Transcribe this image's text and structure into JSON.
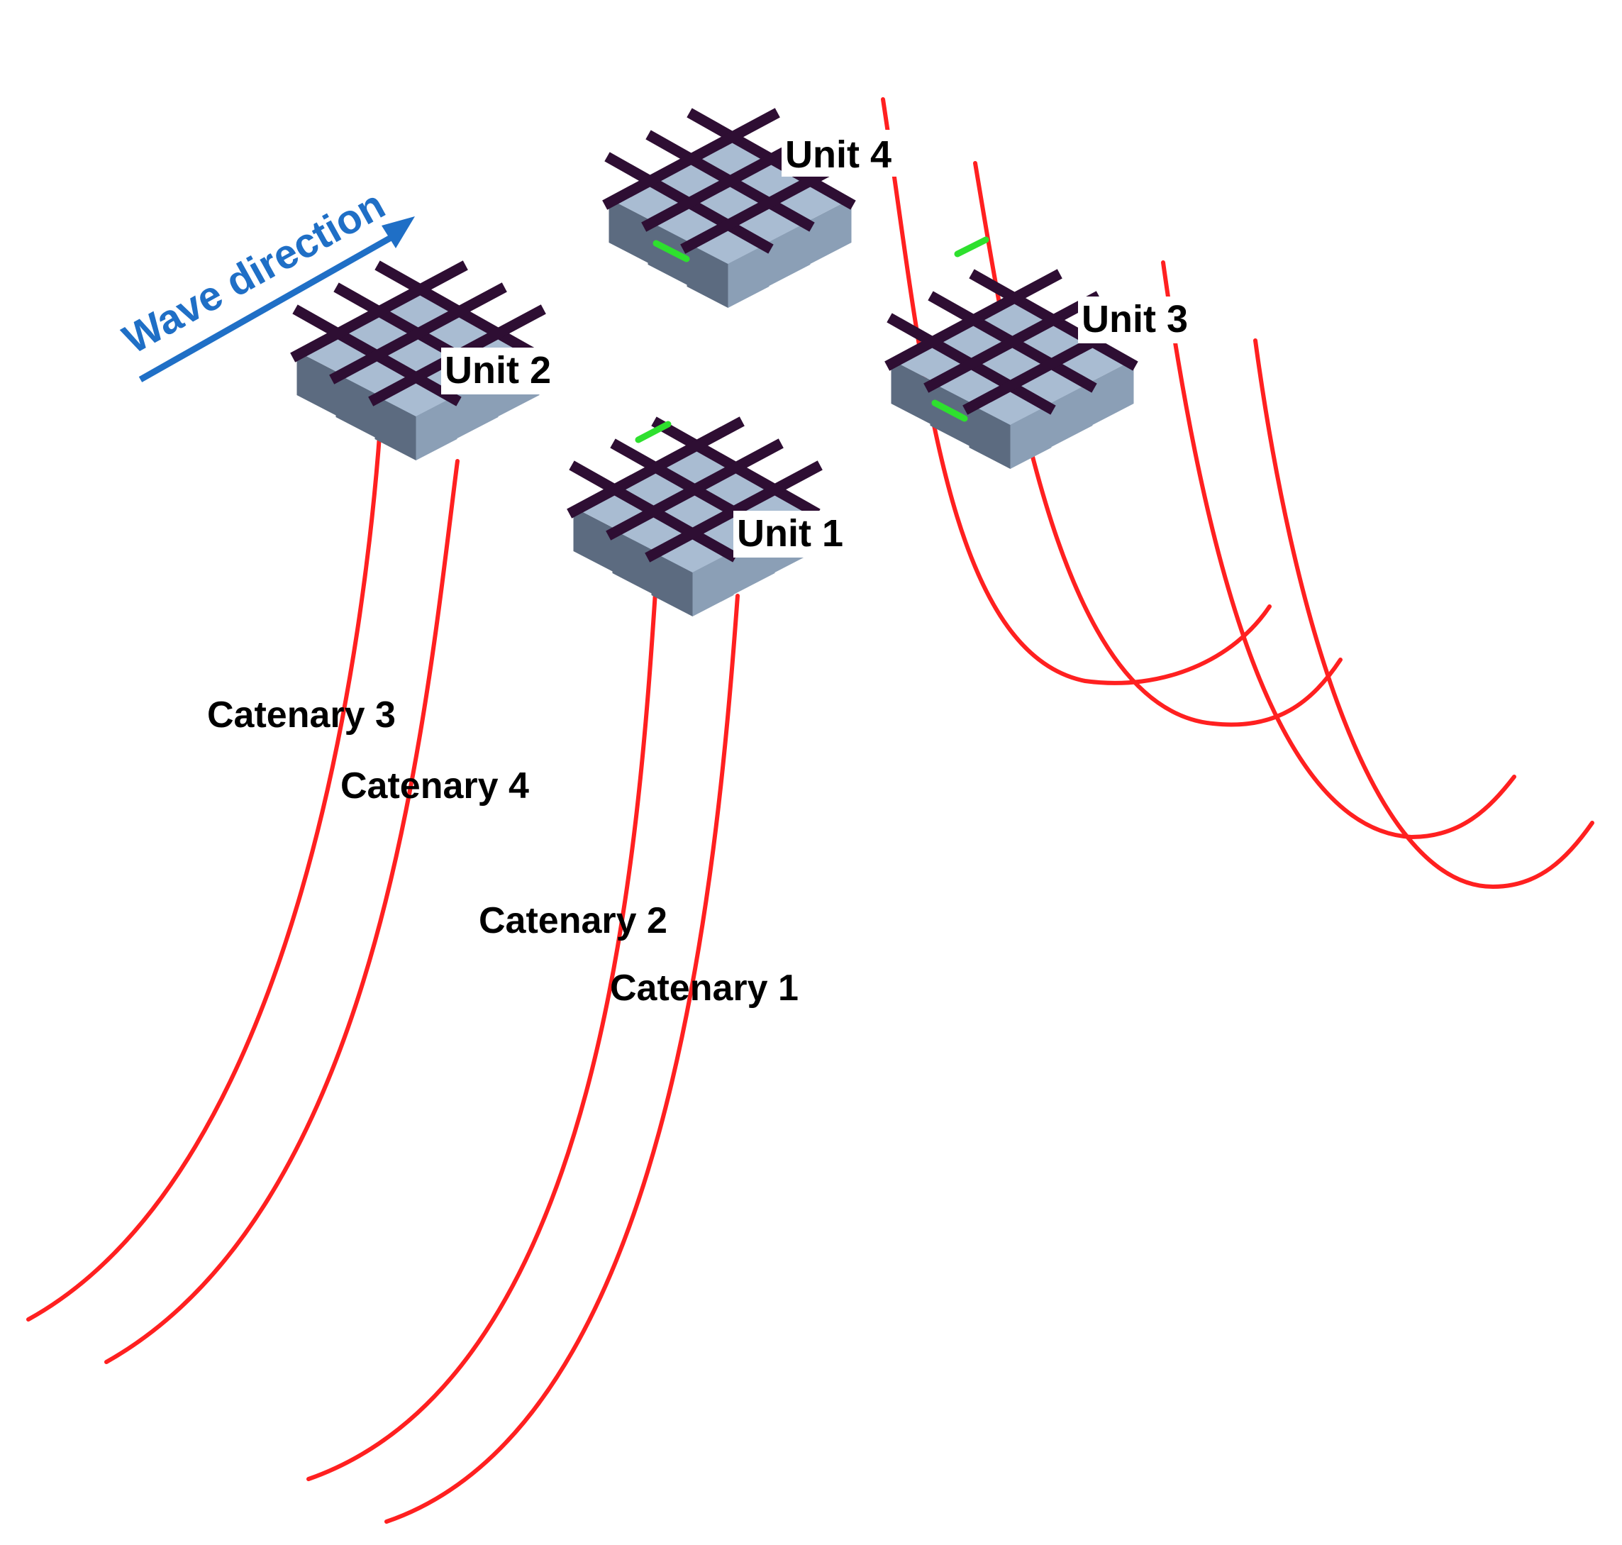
{
  "wave": {
    "label": "Wave direction",
    "color": "#1f6fc6"
  },
  "units": [
    {
      "id": "unit1",
      "label": "Unit 1"
    },
    {
      "id": "unit2",
      "label": "Unit 2"
    },
    {
      "id": "unit3",
      "label": "Unit 3"
    },
    {
      "id": "unit4",
      "label": "Unit 4"
    }
  ],
  "catenaries": [
    {
      "id": "catenary1",
      "label": "Catenary 1"
    },
    {
      "id": "catenary2",
      "label": "Catenary 2"
    },
    {
      "id": "catenary3",
      "label": "Catenary 3"
    },
    {
      "id": "catenary4",
      "label": "Catenary 4"
    }
  ],
  "colors": {
    "beam": "#2e0e33",
    "block_top": "#a9bcd2",
    "block_left": "#5c6b80",
    "block_right": "#8b9fb6",
    "mooring": "#ff2020",
    "connector": "#2ee02e"
  }
}
